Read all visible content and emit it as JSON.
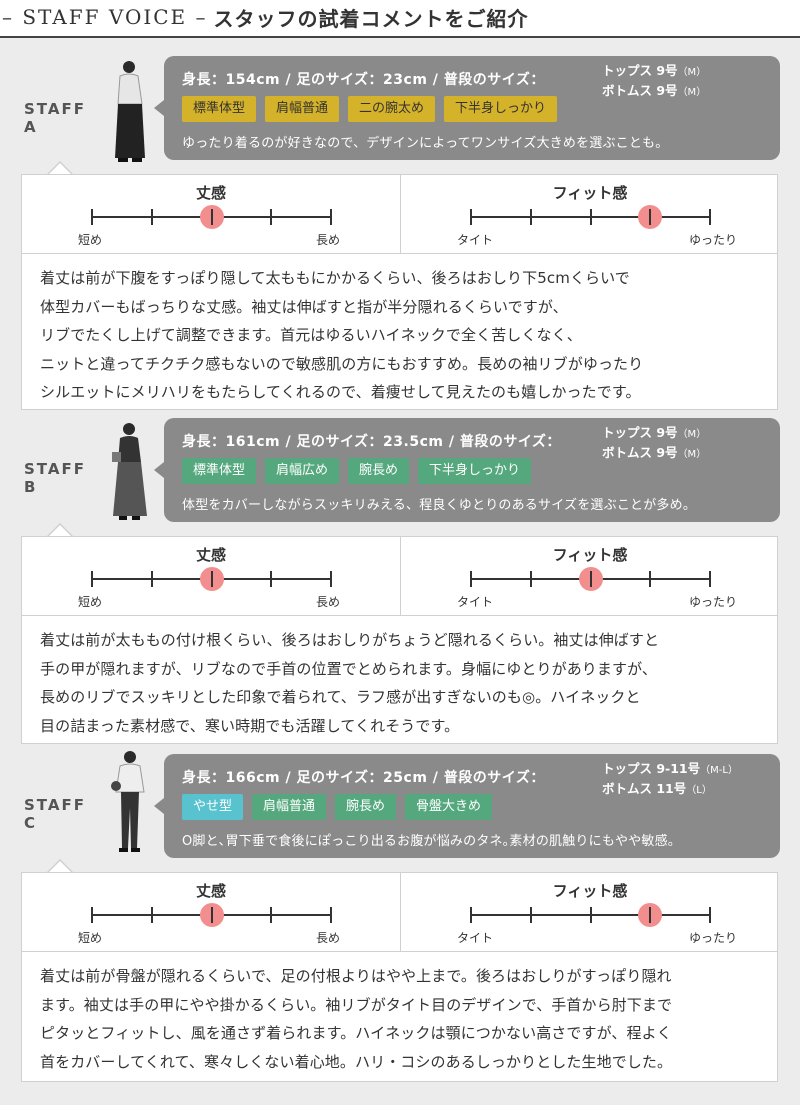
{
  "header": {
    "title_en": "STAFF VOICE",
    "title_jp": "スタッフの試着コメントをご紹介"
  },
  "colors": {
    "info_bg": "#8a8a8a",
    "tag_a": "#d4b22a",
    "tag_b": "#55a87e",
    "tag_c": "#58c2cf",
    "marker": "#f28e8e"
  },
  "scale_labels": {
    "length_title": "丈感",
    "length_min": "短め",
    "length_max": "長め",
    "fit_title": "フィット感",
    "fit_min": "タイト",
    "fit_max": "ゆったり"
  },
  "staff": [
    {
      "label": "STAFF A",
      "stats": "身長：154cm / 足のサイズ：23cm / 普段のサイズ：",
      "tops": "トップス 9号",
      "tops_sub": "（M）",
      "bottoms": "ボトムス 9号",
      "bottoms_sub": "（M）",
      "tags": [
        "標準体型",
        "肩幅普通",
        "二の腕太め",
        "下半身しっかり"
      ],
      "comment": "ゆったり着るのが好きなので、デザインによってワンサイズ大きめを選ぶことも。",
      "length_level": 3,
      "fit_level": 4,
      "review": [
        "着丈は前が下腹をすっぽり隠して太ももにかかるくらい、後ろはおしり下5cmくらいで",
        "体型カバーもばっちりな丈感。袖丈は伸ばすと指が半分隠れるくらいですが、",
        "リブでたくし上げて調整できます。首元はゆるいハイネックで全く苦しくなく、",
        "ニットと違ってチクチク感もないので敏感肌の方にもおすすめ。長めの袖リブがゆったり",
        "シルエットにメリハリをもたらしてくれるので、着痩せして見えたのも嬉しかったです。"
      ]
    },
    {
      "label": "STAFF B",
      "stats": "身長：161cm / 足のサイズ：23.5cm / 普段のサイズ：",
      "tops": "トップス 9号",
      "tops_sub": "（M）",
      "bottoms": "ボトムス 9号",
      "bottoms_sub": "（M）",
      "tags": [
        "標準体型",
        "肩幅広め",
        "腕長め",
        "下半身しっかり"
      ],
      "comment": "体型をカバーしながらスッキリみえる、程良くゆとりのあるサイズを選ぶことが多め。",
      "length_level": 3,
      "fit_level": 3,
      "review": [
        "着丈は前が太ももの付け根くらい、後ろはおしりがちょうど隠れるくらい。袖丈は伸ばすと",
        "手の甲が隠れますが、リブなので手首の位置でとめられます。身幅にゆとりがありますが、",
        "長めのリブでスッキリとした印象で着られて、ラフ感が出すぎないのも◎。ハイネックと",
        "目の詰まった素材感で、寒い時期でも活躍してくれそうです。"
      ]
    },
    {
      "label": "STAFF C",
      "stats": "身長：166cm / 足のサイズ：25cm / 普段のサイズ：",
      "tops": "トップス 9-11号",
      "tops_sub": "（M-L）",
      "bottoms": "ボトムス 11号",
      "bottoms_sub": "（L）",
      "tags": [
        "やせ型",
        "肩幅普通",
        "腕長め",
        "骨盤大きめ"
      ],
      "comment": "O脚と､胃下垂で食後にぽっこり出るお腹が悩みのタネ｡素材の肌触りにもやや敏感｡",
      "length_level": 3,
      "fit_level": 4,
      "review": [
        "着丈は前が骨盤が隠れるくらいで、足の付根よりはやや上まで。後ろはおしりがすっぽり隠れ",
        "ます。袖丈は手の甲にやや掛かるくらい。袖リブがタイト目のデザインで、手首から肘下まで",
        "ピタッとフィットし、風を通さず着られます。ハイネックは顎につかない高さですが、程よく",
        "首をカバーしてくれて、寒々しくない着心地。ハリ・コシのあるしっかりとした生地でした。"
      ]
    }
  ]
}
